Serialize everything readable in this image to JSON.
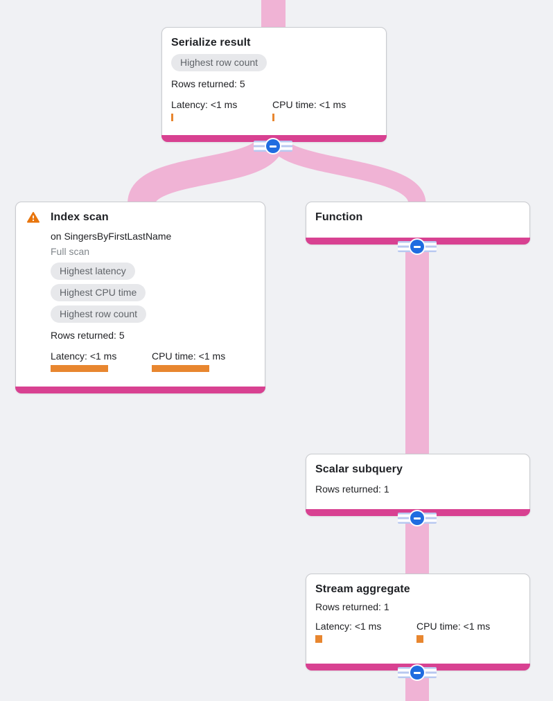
{
  "colors": {
    "accent": "#d84191",
    "link": "#f0b3d5",
    "btn_blue": "#1f6ce0",
    "stripe": "#b8c8f0",
    "orange": "#e8862f",
    "warn": "#e8750c",
    "chip_bg": "#e7e8eb",
    "chip_text": "#5f6368",
    "text": "#202124",
    "muted": "#80868b",
    "page_bg": "#f0f1f4",
    "card_border": "#c9cbcf"
  },
  "icons": {
    "warning": "warning-triangle",
    "collapse_minus": "−"
  },
  "nodes": {
    "serialize_result": {
      "title": "Serialize result",
      "badges": [
        "Highest row count"
      ],
      "rows": "Rows returned: 5",
      "latency": "Latency: <1 ms",
      "cpu": "CPU time: <1 ms"
    },
    "index_scan": {
      "title": "Index scan",
      "subtitle": "on SingersByFirstLastName",
      "note": "Full scan",
      "badges": [
        "Highest latency",
        "Highest CPU time",
        "Highest row count"
      ],
      "rows": "Rows returned: 5",
      "latency": "Latency: <1 ms",
      "cpu": "CPU time: <1 ms"
    },
    "function": {
      "title": "Function"
    },
    "scalar_subquery": {
      "title": "Scalar subquery",
      "rows": "Rows returned: 1"
    },
    "stream_aggregate": {
      "title": "Stream aggregate",
      "rows": "Rows returned: 1",
      "latency": "Latency: <1 ms",
      "cpu": "CPU time: <1 ms"
    }
  }
}
